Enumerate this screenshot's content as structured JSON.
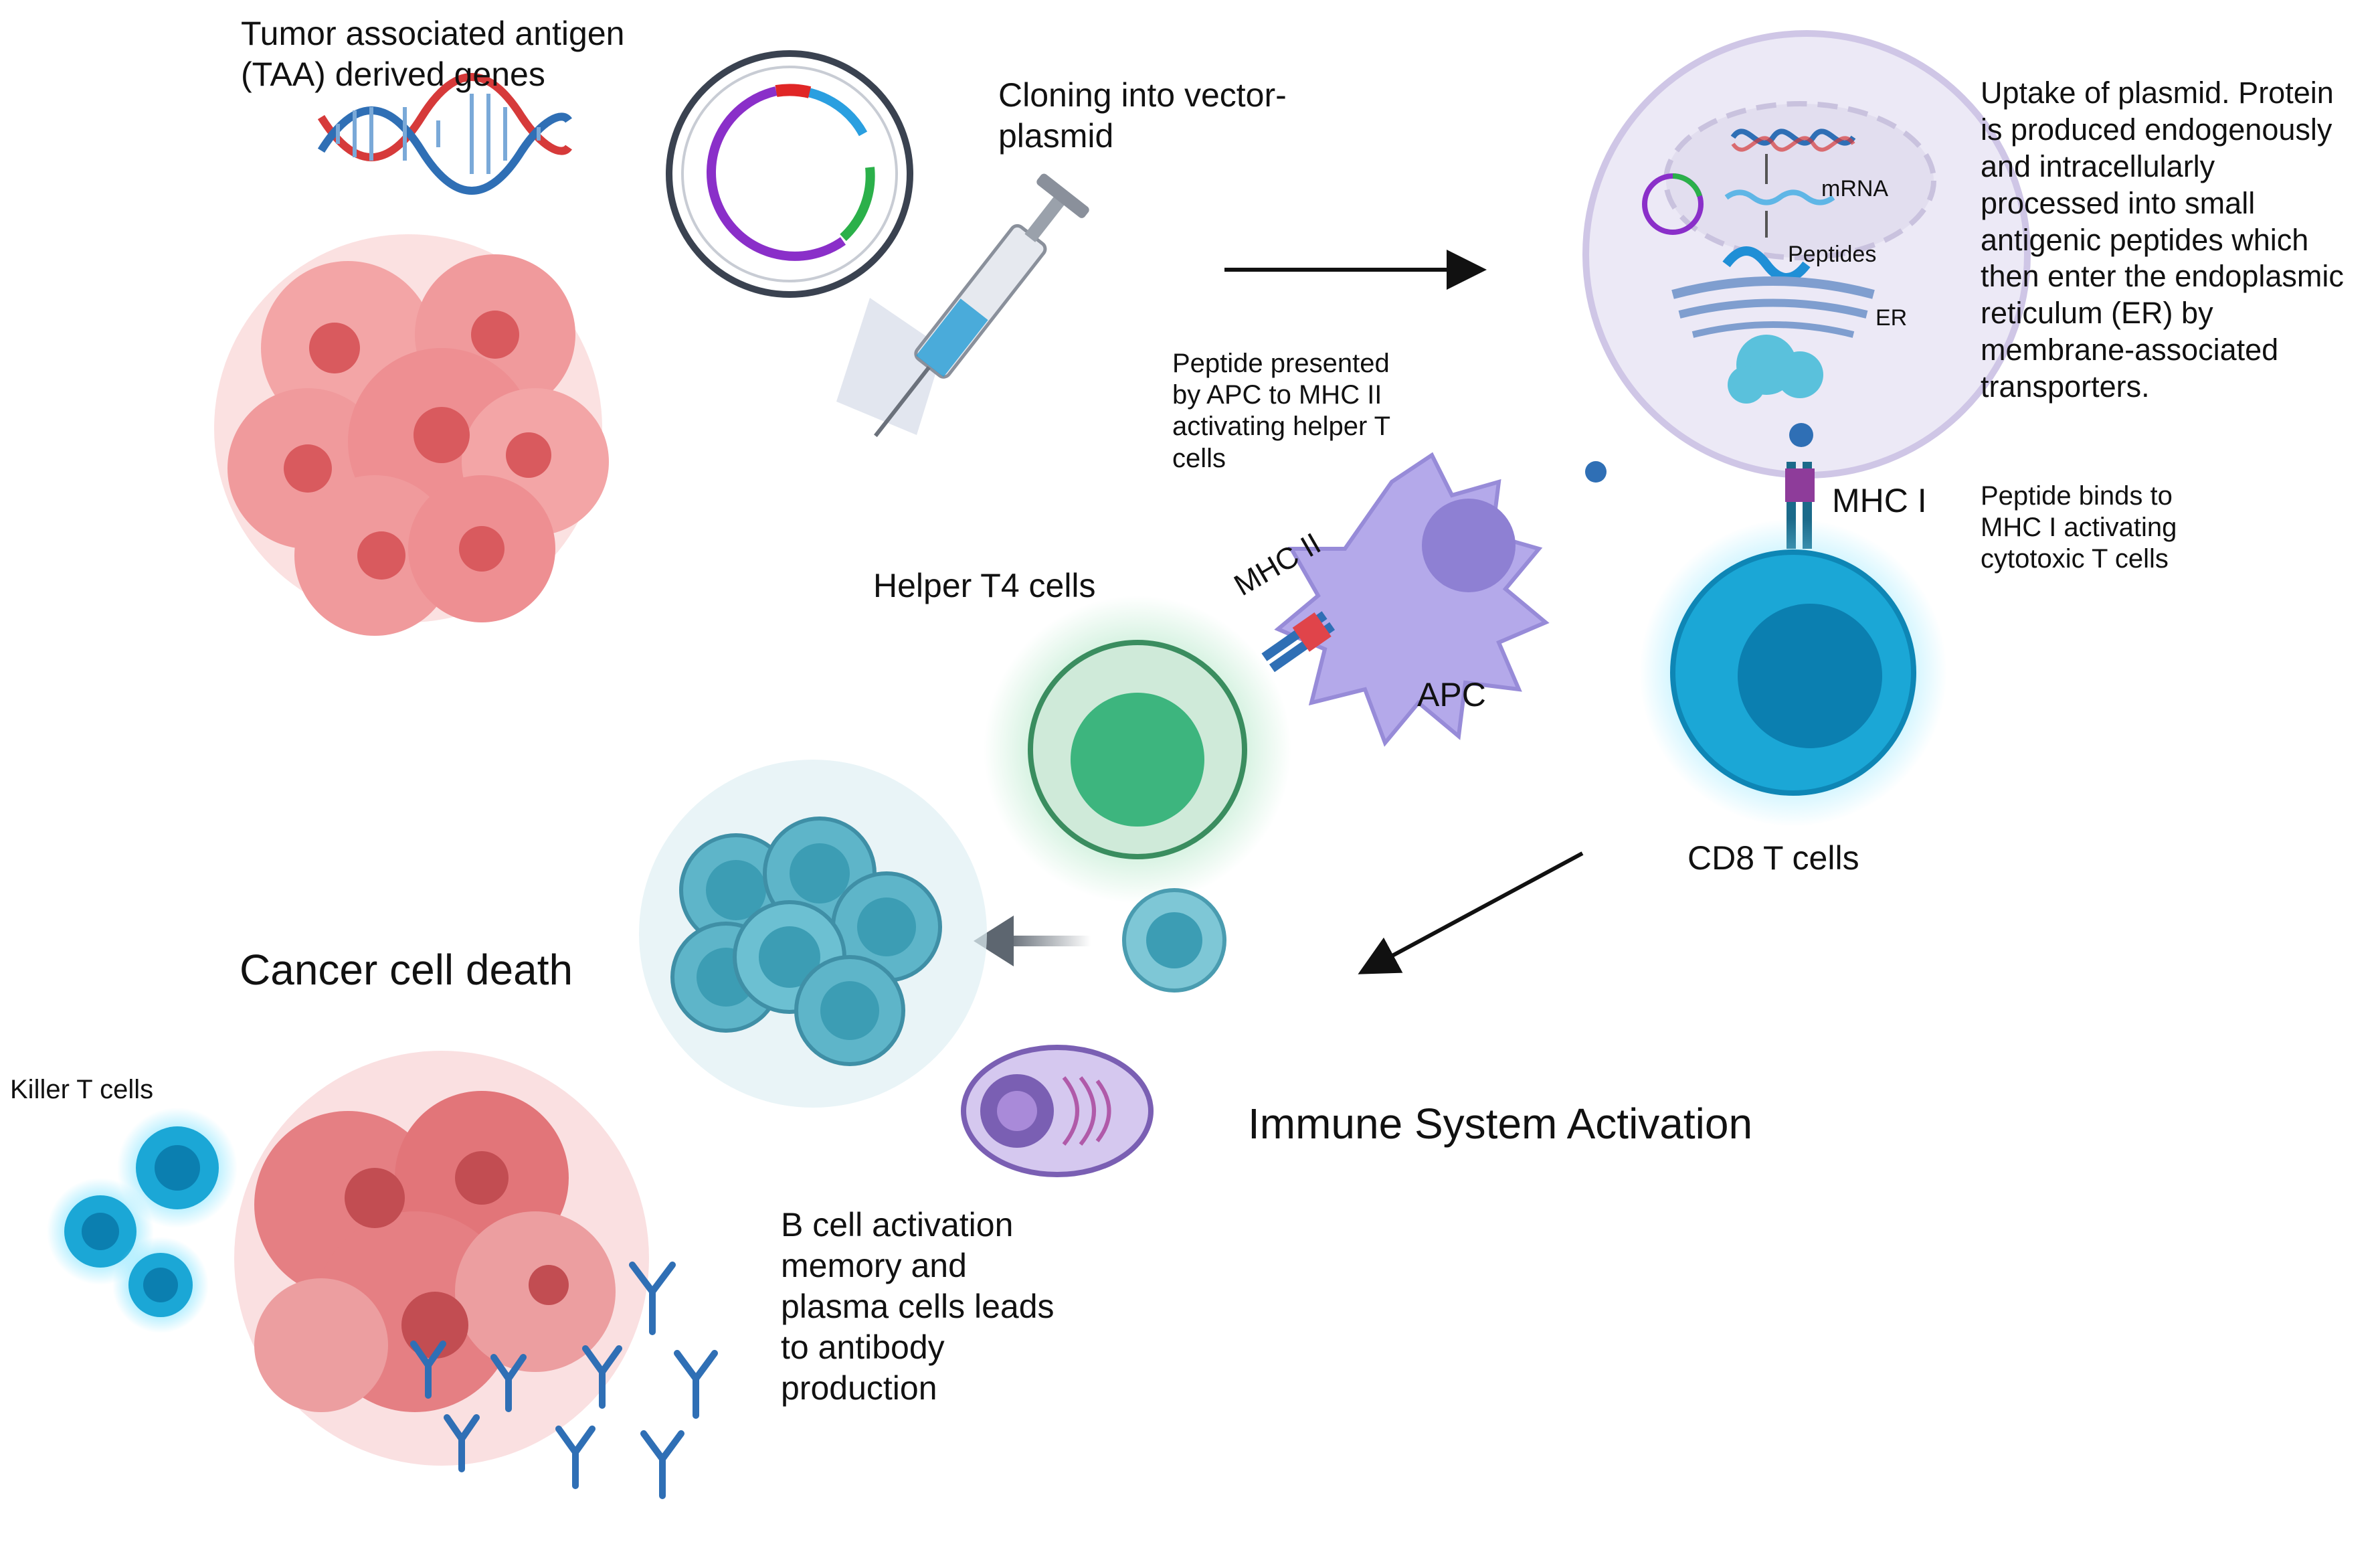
{
  "labels": {
    "taa_genes": "Tumor associated antigen\n(TAA) derived genes",
    "cloning": "Cloning into vector-\nplasmid",
    "uptake": "Uptake of plasmid. Protein\nis produced endogenously\nand intracellularly\nprocessed into small\nantigenic peptides which\nthen enter the endoplasmic\nreticulum (ER) by\nmembrane-associated\ntransporters.",
    "mrna": "mRNA",
    "peptides": "Peptides",
    "er": "ER",
    "peptide_mhc2": "Peptide presented\nby APC to MHC II\nactivating helper T\ncells",
    "mhc1": "MHC I",
    "peptide_mhc1": "Peptide binds to\nMHC I activating\ncytotoxic T cells",
    "helper_t4": "Helper T4 cells",
    "mhc2": "MHC II",
    "apc": "APC",
    "cd8": "CD8 T cells",
    "cancer_death": "Cancer cell death",
    "killer_t": "Killer T cells",
    "immune_activation": "Immune System Activation",
    "b_cell": "B cell activation\nmemory and\nplasma cells leads\nto antibody\nproduction"
  },
  "colors": {
    "tumor": "#e8686c",
    "dna_red": "#d63a3a",
    "dna_blue": "#2f6fb5",
    "cell_membrane": "#cfc6e6",
    "apc": "#a99de0",
    "helper_t": "#3db57e",
    "cd8_t": "#1ba7d6",
    "b_cell": "#4db1c9",
    "plasma": "#7a5fb3",
    "antibody": "#2f6fb5"
  },
  "icons": [
    "dna-icon",
    "plasmid-icon",
    "syringe-icon",
    "tumor-icon",
    "antigen-presenting-cell-icon",
    "helper-t-cell-icon",
    "cd8-t-cell-icon",
    "b-cell-cluster-icon",
    "plasma-cell-icon",
    "killer-t-cell-icon",
    "antibody-icon"
  ]
}
